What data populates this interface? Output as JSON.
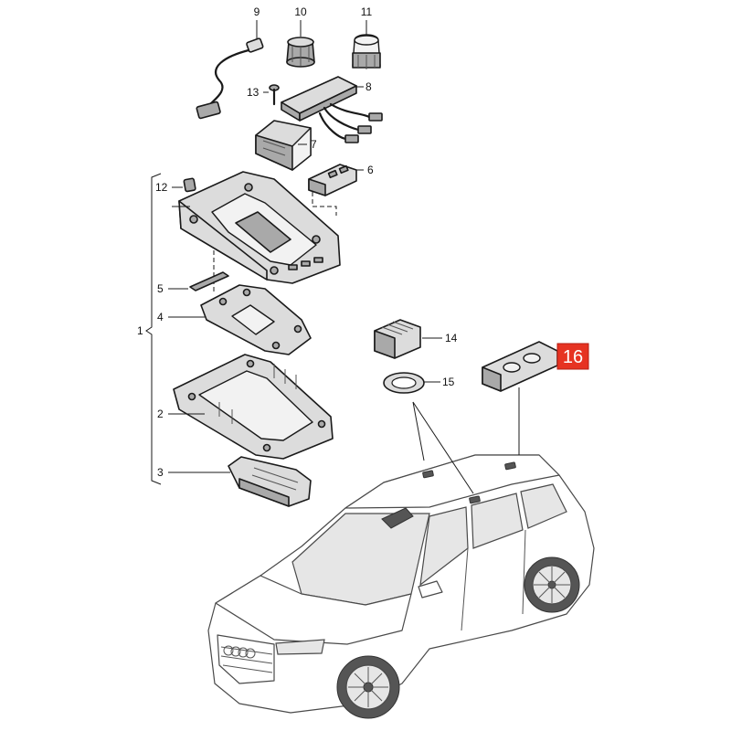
{
  "diagram": {
    "labels": {
      "p1": "1",
      "p2": "2",
      "p3": "3",
      "p4": "4",
      "p5": "5",
      "p6": "6",
      "p7": "7",
      "p8": "8",
      "p9": "9",
      "p10": "10",
      "p11": "11",
      "p12": "12",
      "p13": "13",
      "p14": "14",
      "p15": "15",
      "p16": "16"
    },
    "colors": {
      "highlight": "#e63322",
      "part_fill": "#dcdcdc",
      "line": "#1a1a1a"
    }
  }
}
